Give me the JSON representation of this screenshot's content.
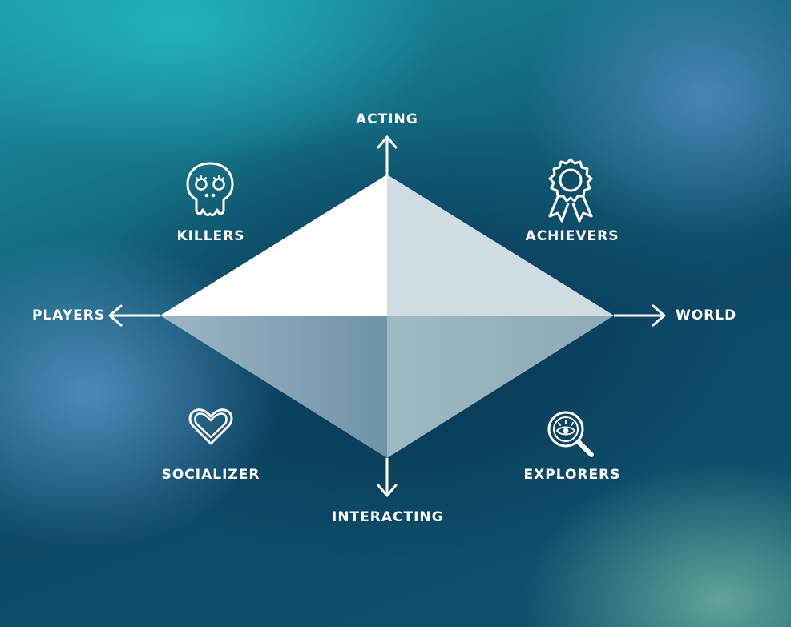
{
  "axes": {
    "top": "ACTING",
    "bottom": "INTERACTING",
    "left": "PLAYERS",
    "right": "WORLD"
  },
  "quadrants": [
    {
      "label": "KILLERS",
      "icon": "skull-icon"
    },
    {
      "label": "ACHIEVERS",
      "icon": "award-badge-icon"
    },
    {
      "label": "SOCIALIZER",
      "icon": "heart-icon"
    },
    {
      "label": "EXPLORERS",
      "icon": "magnifier-eye-icon"
    }
  ],
  "colors": {
    "top_left_face": "#ffffff",
    "top_right_face": "#cfdde4",
    "bottom_left_face": "#7f9fb0",
    "bottom_right_face": "#9cb6c2",
    "line": "#ffffff"
  }
}
